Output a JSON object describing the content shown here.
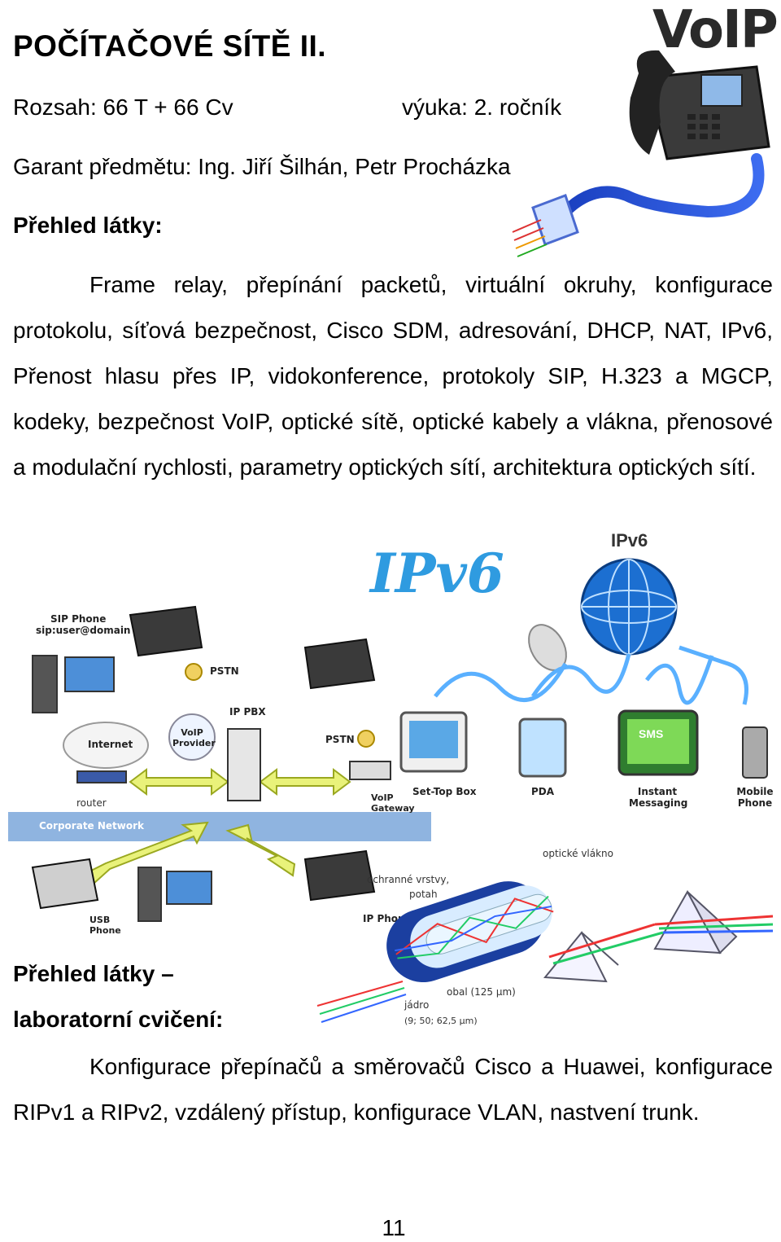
{
  "title": "POČÍTAČOVÉ SÍTĚ II.",
  "scope": "Rozsah: 66 T + 66 Cv",
  "year": "výuka: 2. ročník",
  "guarantor": "Garant předmětu: Ing. Jiří Šilhán, Petr Procházka",
  "overview_heading": "Přehled látky:",
  "overview_text": "Frame relay, přepínání packetů, virtuální okruhy, konfigurace protokolu, síťová bezpečnost, Cisco SDM, adresování, DHCP, NAT, IPv6, Přenost hlasu přes IP, vidokonference, protokoly SIP, H.323 a MGCP, kodeky, bezpečnost VoIP, optické sítě, optické kabely a vlákna, přenosové a modulační rychlosti, parametry optických sítí, architektura optických sítí.",
  "lab_heading_line1": "Přehled látky –",
  "lab_heading_line2": "laboratorní cvičení:",
  "lab_text": "Konfigurace přepínačů a směrovačů Cisco a Huawei, konfigurace RIPv1 a RIPv2, vzdálený přístup, konfigurace VLAN, nastvení trunk.",
  "page_number": "11",
  "images": {
    "voip_logo": "VoIP",
    "ipv6_logo": "IPv6",
    "ipv6_small": "IPv6",
    "network_labels": {
      "sip_phone": "SIP Phone",
      "sip_user": "sip:user@domain",
      "pstn1": "PSTN",
      "pstn2": "PSTN",
      "ip_pbx": "IP PBX",
      "internet": "Internet",
      "voip_provider": "VoIP Provider",
      "router": "router",
      "voip_gateway": "VoIP Gateway",
      "corporate_network": "Corporate Network",
      "usb_phone": "USB Phone",
      "ip_phone": "IP Phone"
    },
    "device_labels": {
      "settop": "Set-Top Box",
      "pda": "PDA",
      "instant_messaging": "Instant Messaging",
      "mobile_phone": "Mobile Phone",
      "sms": "SMS"
    },
    "fiber_labels": {
      "fiber": "optické vlákno",
      "layers": "ochranné vrstvy,",
      "coating": "potah",
      "cladding": "obal (125 µm)",
      "core": "jádro",
      "core_size": "(9; 50; 62,5 µm)"
    }
  }
}
